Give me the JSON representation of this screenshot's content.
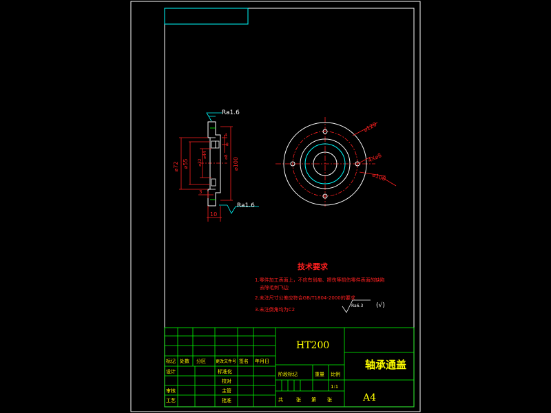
{
  "colors": {
    "background": "#000000",
    "frame": "#ffffff",
    "title_block": "#00ff00",
    "text_main": "#ffff00",
    "dim": "#ff2020",
    "centerline": "#ff2020",
    "part": "#ffffff",
    "surface": "#00ffff",
    "accent": "#00ffff"
  },
  "surface_marks": {
    "top": "Ra1.6",
    "bottom": "Ra1.6"
  },
  "side_dims": {
    "d72": "⌀72",
    "d55": "⌀55",
    "d32": "⌀32",
    "d44": "⌀44",
    "d100": "⌀100",
    "d_small": "⌀8",
    "h4": "4",
    "h8": "8",
    "w3": "3",
    "w10": "10"
  },
  "front_dims": {
    "d120": "⌀120",
    "holes": "4X⌀8",
    "pcd": "⌀100"
  },
  "tech": {
    "title": "技术要求",
    "line1": "1.零件加工表面上，不应有划痕、擦伤等损伤零件表面的缺陷",
    "line1b": "去除毛刺飞边",
    "line2": "2.未注尺寸公差应符合GB/T1804-2000的要求",
    "line3": "3.未注倒角均为C2",
    "roughness": "Ra6.3",
    "roughness_other": "(√)"
  },
  "title_block": {
    "material": "HT200",
    "part_name": "轴承通盖",
    "paper": "A4",
    "scale": "1:1",
    "labels": {
      "biaoji": "标记",
      "chushu": "处数",
      "fenqu": "分区",
      "gengai": "更改文件号",
      "qianming": "签名",
      "nianyueri": "年月日",
      "sheji": "设计",
      "biaozhunhua": "标准化",
      "shenhe": "审核",
      "gongyi": "工艺",
      "jieduan": "阶段标记",
      "zhongliang": "重量",
      "bili": "比例",
      "zhang1": "共",
      "zhang2": "张",
      "di": "第",
      "zhang3": "张",
      "jiaodui": "校对",
      "zhutu": "主管",
      "pizhun": "批准"
    }
  }
}
